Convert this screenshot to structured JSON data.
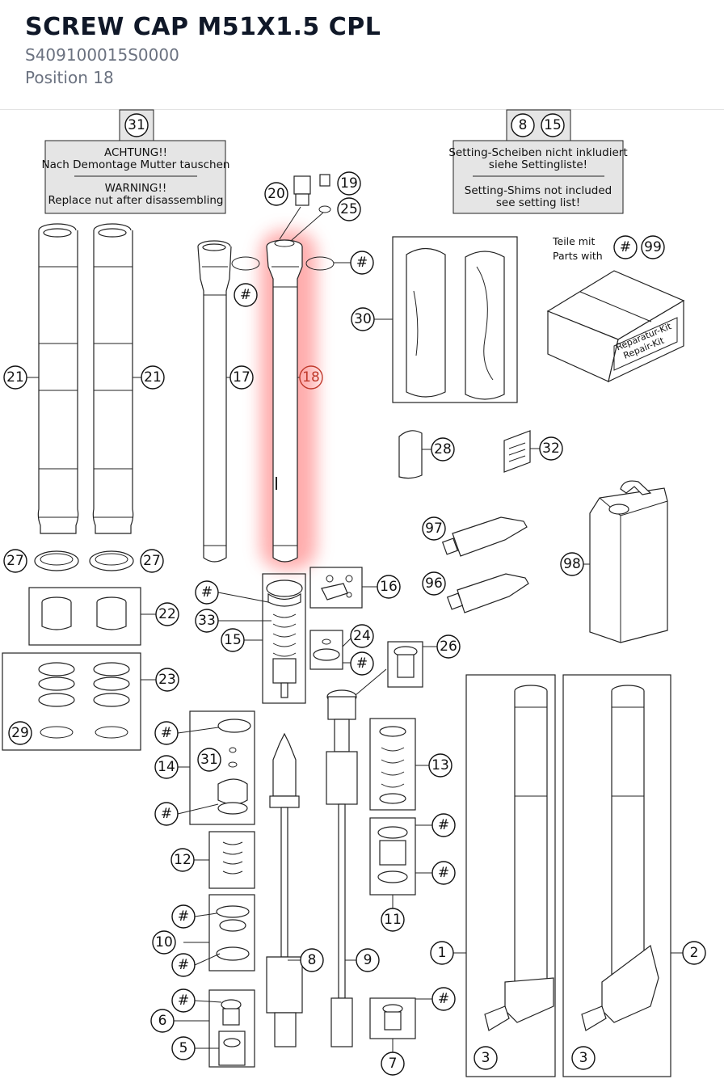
{
  "header": {
    "title": "SCREW CAP M51X1.5 CPL",
    "part_number": "S409100015S0000",
    "position": "Position 18"
  },
  "notes": {
    "nut_warning": {
      "tag": "31",
      "de_line1": "ACHTUNG!!",
      "de_line2": "Nach Demontage Mutter tauschen",
      "en_line1": "WARNING!!",
      "en_line2": "Replace nut after disassembling"
    },
    "shims": {
      "tags": [
        "8",
        "15"
      ],
      "de_line1": "Setting-Scheiben nicht inkludiert",
      "de_line2": "siehe Settingliste!",
      "en_line1": "Setting-Shims not included",
      "en_line2": "see setting list!"
    },
    "kit": {
      "de": "Teile mit",
      "en": "Parts with",
      "tags": [
        "#",
        "99"
      ],
      "box_line1": "Reparatur-Kit",
      "box_line2": "Repair-Kit"
    }
  },
  "callouts": {
    "c21a": "21",
    "c21b": "21",
    "c17": "17",
    "c18": "18",
    "c20": "20",
    "c19": "19",
    "c25": "25",
    "c30": "30",
    "c28": "28",
    "c32": "32",
    "c97": "97",
    "c96": "96",
    "c98": "98",
    "c27a": "27",
    "c27b": "27",
    "c22": "22",
    "c23": "23",
    "c29": "29",
    "c16": "16",
    "c33": "33",
    "c15": "15",
    "c24": "24",
    "c26": "26",
    "c14": "14",
    "c31": "31",
    "c13": "13",
    "c12": "12",
    "c11": "11",
    "c10": "10",
    "c8": "8",
    "c9": "9",
    "c6": "6",
    "c5": "5",
    "c7": "7",
    "c1": "1",
    "c2": "2",
    "c3a": "3",
    "c3b": "3",
    "hash": "#"
  },
  "highlight": {
    "position": "18",
    "color": "#ff6b6b"
  }
}
